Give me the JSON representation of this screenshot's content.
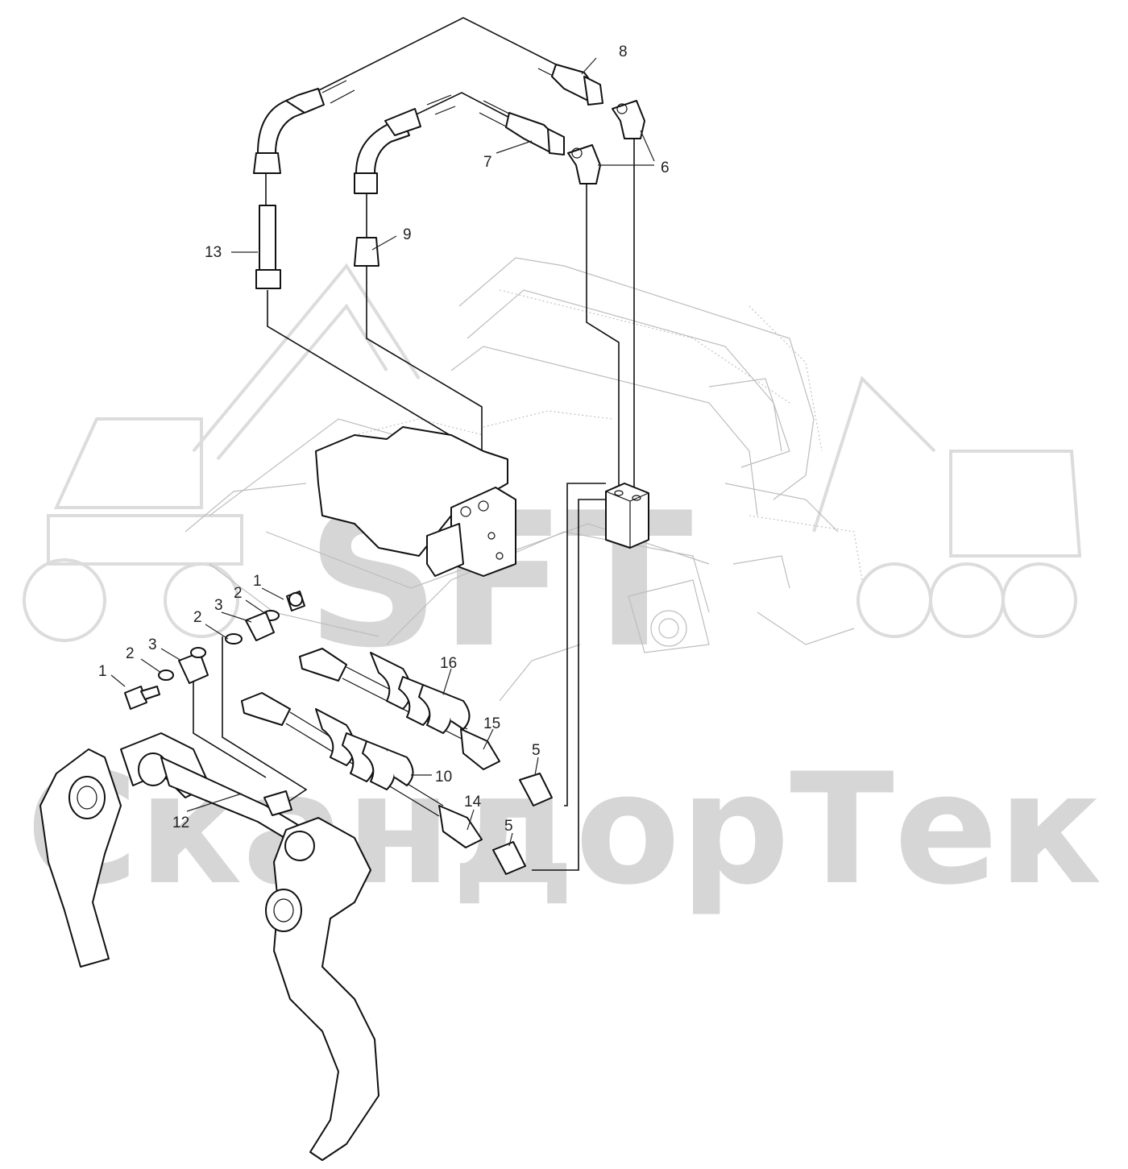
{
  "watermark": {
    "logo_text": "SFT",
    "company_text": "СкандорТек",
    "colors": {
      "watermark": "#d6d6d6",
      "lines": "#111111",
      "ghost": "#bdbdbd"
    }
  },
  "callouts": [
    {
      "id": "c1a",
      "label": "1"
    },
    {
      "id": "c1b",
      "label": "1"
    },
    {
      "id": "c2a",
      "label": "2"
    },
    {
      "id": "c2b",
      "label": "2"
    },
    {
      "id": "c2c",
      "label": "2"
    },
    {
      "id": "c3a",
      "label": "3"
    },
    {
      "id": "c3b",
      "label": "3"
    },
    {
      "id": "c5a",
      "label": "5"
    },
    {
      "id": "c5b",
      "label": "5"
    },
    {
      "id": "c6",
      "label": "6"
    },
    {
      "id": "c7",
      "label": "7"
    },
    {
      "id": "c8",
      "label": "8"
    },
    {
      "id": "c9",
      "label": "9"
    },
    {
      "id": "c10",
      "label": "10"
    },
    {
      "id": "c12",
      "label": "12"
    },
    {
      "id": "c13",
      "label": "13"
    },
    {
      "id": "c14",
      "label": "14"
    },
    {
      "id": "c15",
      "label": "15"
    },
    {
      "id": "c16",
      "label": "16"
    }
  ]
}
